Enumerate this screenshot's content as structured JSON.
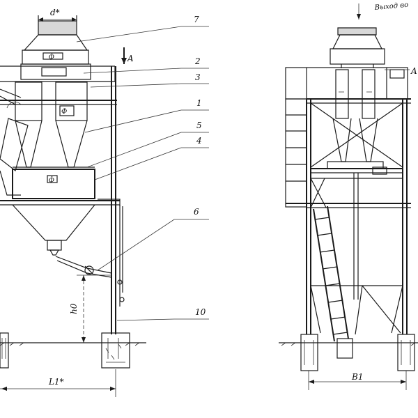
{
  "labels": {
    "d_star": "d*",
    "arrow_a": "A",
    "callout_7": "7",
    "callout_2": "2",
    "callout_3": "3",
    "callout_1": "1",
    "callout_5": "5",
    "callout_4": "4",
    "callout_6": "6",
    "callout_10": "10",
    "h0": "h0",
    "L1": "L1*",
    "B1": "B1",
    "outlet": "Выход во",
    "right_mark": "A"
  }
}
